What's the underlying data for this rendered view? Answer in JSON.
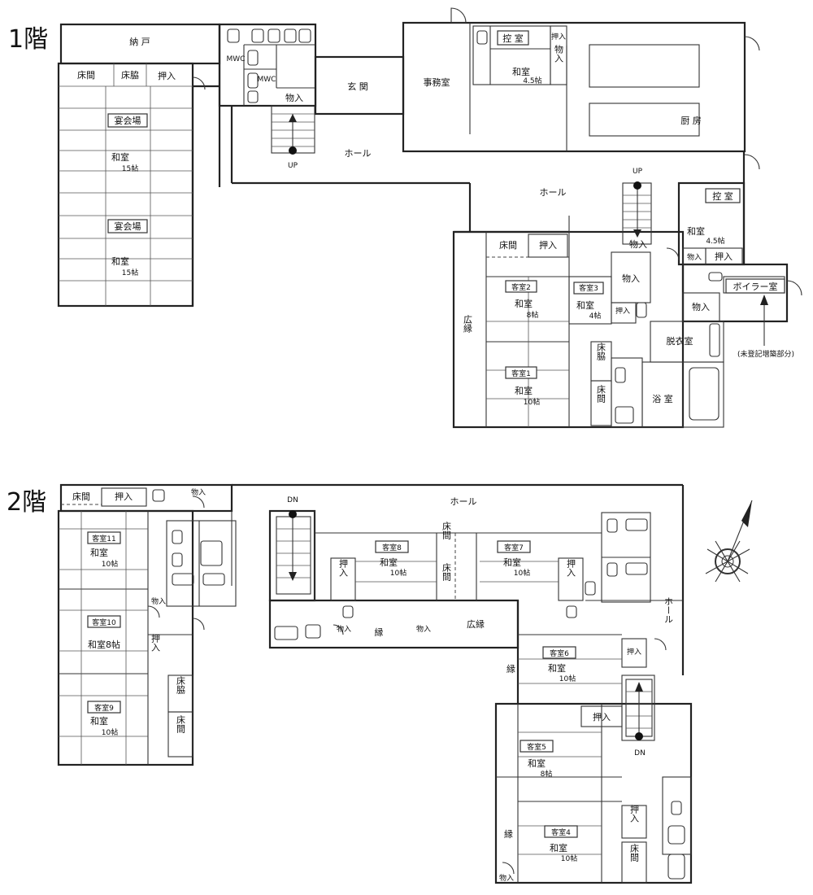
{
  "floors": [
    {
      "label": "1階",
      "rooms": [
        {
          "id": "nando",
          "label": "納 戸"
        },
        {
          "id": "toko-1a",
          "label": "床間"
        },
        {
          "id": "tokowaki-1a",
          "label": "床脇"
        },
        {
          "id": "oshiire-1a",
          "label": "押入"
        },
        {
          "id": "enkaijo-1",
          "label": "宴会場"
        },
        {
          "id": "washitsu-15a",
          "label": "和室"
        },
        {
          "id": "washitsu-15a-size",
          "label": "15帖"
        },
        {
          "id": "enkaijo-2",
          "label": "宴会場"
        },
        {
          "id": "washitsu-15b",
          "label": "和室"
        },
        {
          "id": "washitsu-15b-size",
          "label": "15帖"
        },
        {
          "id": "mwc-1",
          "label": "MWC"
        },
        {
          "id": "mwc-2",
          "label": "MWC"
        },
        {
          "id": "monoire-1a",
          "label": "物入"
        },
        {
          "id": "genkan",
          "label": "玄 関"
        },
        {
          "id": "hall-1a",
          "label": "ホール"
        },
        {
          "id": "up-1a",
          "label": "UP"
        },
        {
          "id": "jimushitsu",
          "label": "事務室"
        },
        {
          "id": "hikae-1a",
          "label": "控 室"
        },
        {
          "id": "oshiire-1b",
          "label": "押入"
        },
        {
          "id": "washitsu-45a",
          "label": "和室"
        },
        {
          "id": "washitsu-45a-size",
          "label": "4.5帖"
        },
        {
          "id": "monoire-1b",
          "label": "物入"
        },
        {
          "id": "chubo",
          "label": "厨 房"
        },
        {
          "id": "hall-1b",
          "label": "ホール"
        },
        {
          "id": "up-1b",
          "label": "UP"
        },
        {
          "id": "hikae-1b",
          "label": "控 室"
        },
        {
          "id": "washitsu-45b",
          "label": "和室"
        },
        {
          "id": "washitsu-45b-size",
          "label": "4.5帖"
        },
        {
          "id": "monoire-1c",
          "label": "物入"
        },
        {
          "id": "oshiire-1c",
          "label": "押入"
        },
        {
          "id": "monoire-1d",
          "label": "物入"
        },
        {
          "id": "monoire-1e",
          "label": "物入"
        },
        {
          "id": "monoire-1f",
          "label": "物入"
        },
        {
          "id": "boiler",
          "label": "ボイラー室"
        },
        {
          "id": "mitoki",
          "label": "(未登記増築部分)"
        },
        {
          "id": "toko-1b",
          "label": "床間"
        },
        {
          "id": "oshiire-1d",
          "label": "押入"
        },
        {
          "id": "kyakushitsu2",
          "label": "客室2"
        },
        {
          "id": "washitsu-8a",
          "label": "和室"
        },
        {
          "id": "washitsu-8a-size",
          "label": "8帖"
        },
        {
          "id": "kyakushitsu3",
          "label": "客室3"
        },
        {
          "id": "washitsu-4",
          "label": "和室"
        },
        {
          "id": "washitsu-4-size",
          "label": "4帖"
        },
        {
          "id": "oshiire-1e",
          "label": "押入"
        },
        {
          "id": "hiroen-1",
          "label": "広縁"
        },
        {
          "id": "datsui",
          "label": "脱衣室"
        },
        {
          "id": "tokowaki-1b",
          "label": "床脇"
        },
        {
          "id": "kyakushitsu1",
          "label": "客室1"
        },
        {
          "id": "washitsu-10a",
          "label": "和室"
        },
        {
          "id": "washitsu-10a-size",
          "label": "10帖"
        },
        {
          "id": "toko-1c",
          "label": "床間"
        },
        {
          "id": "yokushitsu",
          "label": "浴 室"
        }
      ]
    },
    {
      "label": "2階",
      "rooms": [
        {
          "id": "toko-2a",
          "label": "床間"
        },
        {
          "id": "oshiire-2a",
          "label": "押入"
        },
        {
          "id": "monoire-2a",
          "label": "物入"
        },
        {
          "id": "dn-2a",
          "label": "DN"
        },
        {
          "id": "hall-2a",
          "label": "ホール"
        },
        {
          "id": "kyakushitsu11",
          "label": "客室11"
        },
        {
          "id": "washitsu-10b",
          "label": "和室"
        },
        {
          "id": "washitsu-10b-size",
          "label": "10帖"
        },
        {
          "id": "kyakushitsu10",
          "label": "客室10"
        },
        {
          "id": "washitsu-8b",
          "label": "和室8帖"
        },
        {
          "id": "monoire-2b",
          "label": "物入"
        },
        {
          "id": "oshiire-2b",
          "label": "押入"
        },
        {
          "id": "kyakushitsu9",
          "label": "客室9"
        },
        {
          "id": "washitsu-10c",
          "label": "和室"
        },
        {
          "id": "washitsu-10c-size",
          "label": "10帖"
        },
        {
          "id": "tokowaki-2a",
          "label": "床脇"
        },
        {
          "id": "toko-2b",
          "label": "床間"
        },
        {
          "id": "oshiire-2c",
          "label": "押入"
        },
        {
          "id": "kyakushitsu8",
          "label": "客室8"
        },
        {
          "id": "washitsu-10d",
          "label": "和室"
        },
        {
          "id": "washitsu-10d-size",
          "label": "10帖"
        },
        {
          "id": "toko-2c",
          "label": "床間"
        },
        {
          "id": "toko-2d",
          "label": "床間"
        },
        {
          "id": "kyakushitsu7",
          "label": "客室7"
        },
        {
          "id": "washitsu-10e",
          "label": "和室"
        },
        {
          "id": "washitsu-10e-size",
          "label": "10帖"
        },
        {
          "id": "oshiire-2d",
          "label": "押入"
        },
        {
          "id": "monoire-2c",
          "label": "物入"
        },
        {
          "id": "en-2a",
          "label": "縁"
        },
        {
          "id": "monoire-2d",
          "label": "物入"
        },
        {
          "id": "hiroen-2",
          "label": "広縁"
        },
        {
          "id": "hall-2b",
          "label": "ホール"
        },
        {
          "id": "oshiire-2e",
          "label": "押入"
        },
        {
          "id": "kyakushitsu6",
          "label": "客室6"
        },
        {
          "id": "washitsu-10f",
          "label": "和室"
        },
        {
          "id": "washitsu-10f-size",
          "label": "10帖"
        },
        {
          "id": "en-2b",
          "label": "縁"
        },
        {
          "id": "oshiire-2f",
          "label": "押入"
        },
        {
          "id": "kyakushitsu5",
          "label": "客室5"
        },
        {
          "id": "washitsu-8c",
          "label": "和室"
        },
        {
          "id": "washitsu-8c-size",
          "label": "8帖"
        },
        {
          "id": "dn-2b",
          "label": "DN"
        },
        {
          "id": "oshiire-2g",
          "label": "押入"
        },
        {
          "id": "kyakushitsu4",
          "label": "客室4"
        },
        {
          "id": "washitsu-10g",
          "label": "和室"
        },
        {
          "id": "washitsu-10g-size",
          "label": "10帖"
        },
        {
          "id": "en-2c",
          "label": "縁"
        },
        {
          "id": "toko-2e",
          "label": "床間"
        },
        {
          "id": "monoire-2e",
          "label": "物入"
        }
      ]
    }
  ]
}
